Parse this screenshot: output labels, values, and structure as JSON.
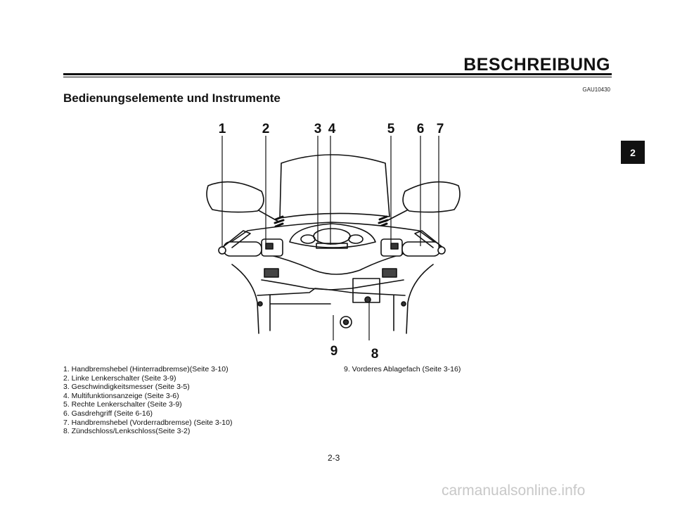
{
  "header": {
    "title": "BESCHREIBUNG",
    "code": "GAU10430"
  },
  "section_title": "Bedienungselemente und Instrumente",
  "chapter_tab": "2",
  "figure": {
    "callouts": [
      "1",
      "2",
      "3",
      "4",
      "5",
      "6",
      "7",
      "8",
      "9"
    ]
  },
  "legend": {
    "left": [
      "1. Handbremshebel (Hinterradbremse)(Seite 3-10)",
      "2. Linke Lenkerschalter (Seite 3-9)",
      "3. Geschwindigkeitsmesser (Seite 3-5)",
      "4. Multifunktionsanzeige (Seite 3-6)",
      "5. Rechte Lenkerschalter (Seite 3-9)",
      "6. Gasdrehgriff (Seite 6-16)",
      "7. Handbremshebel  (Vorderradbremse) (Seite 3-10)",
      "8. Zündschloss/Lenkschloss(Seite 3-2)"
    ],
    "right": [
      "9. Vorderes Ablagefach (Seite 3-16)"
    ]
  },
  "page_number": "2-3",
  "watermark": "carmanualsonline.info"
}
